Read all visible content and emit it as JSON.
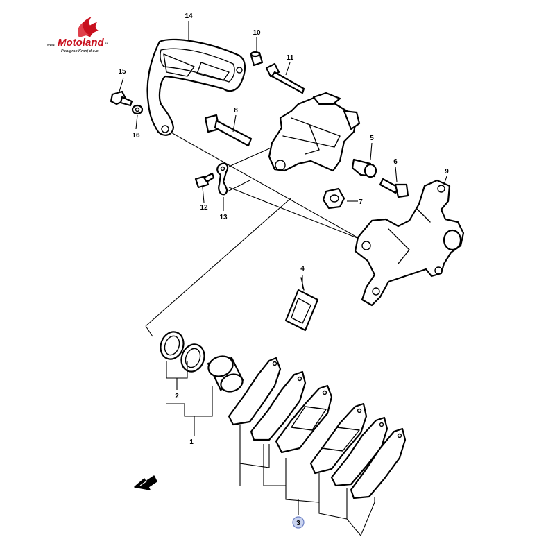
{
  "logo": {
    "brand": "Motoland",
    "www": "www.",
    "suffix": ".si",
    "tagline": "Ponigrac Kranj d.o.o."
  },
  "callouts": [
    "1",
    "2",
    "3",
    "4",
    "5",
    "6",
    "7",
    "8",
    "9",
    "10",
    "11",
    "12",
    "13",
    "14",
    "15",
    "16"
  ],
  "highlight": {
    "callout": "3",
    "color": "#c9d3ef"
  },
  "colors": {
    "brand": "#c8101e",
    "line": "#000000"
  }
}
